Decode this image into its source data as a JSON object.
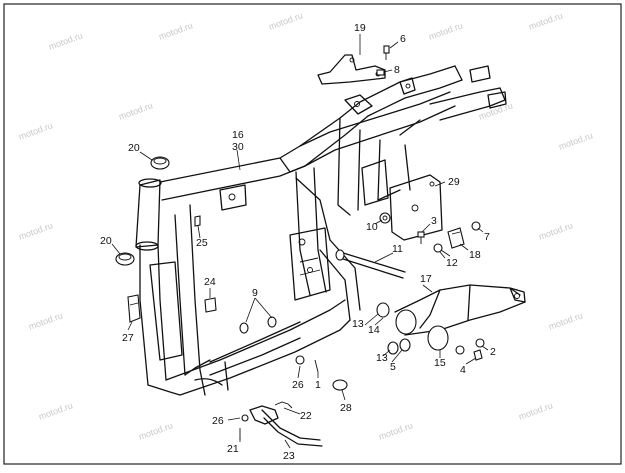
{
  "watermark": {
    "text": "motod.ru"
  },
  "callouts": {
    "c19": "19",
    "c6": "6",
    "c8": "8",
    "c16": "16",
    "c30": "30",
    "c20a": "20",
    "c20b": "20",
    "c29": "29",
    "c10": "10",
    "c3": "3",
    "c7": "7",
    "c25": "25",
    "c11": "11",
    "c12": "12",
    "c18": "18",
    "c24": "24",
    "c17": "17",
    "c9": "9",
    "c27": "27",
    "c13a": "13",
    "c14": "14",
    "c2": "2",
    "c13b": "13",
    "c5": "5",
    "c15": "15",
    "c4": "4",
    "c26a": "26",
    "c1": "1",
    "c28": "28",
    "c26b": "26",
    "c22": "22",
    "c21": "21",
    "c23": "23"
  }
}
